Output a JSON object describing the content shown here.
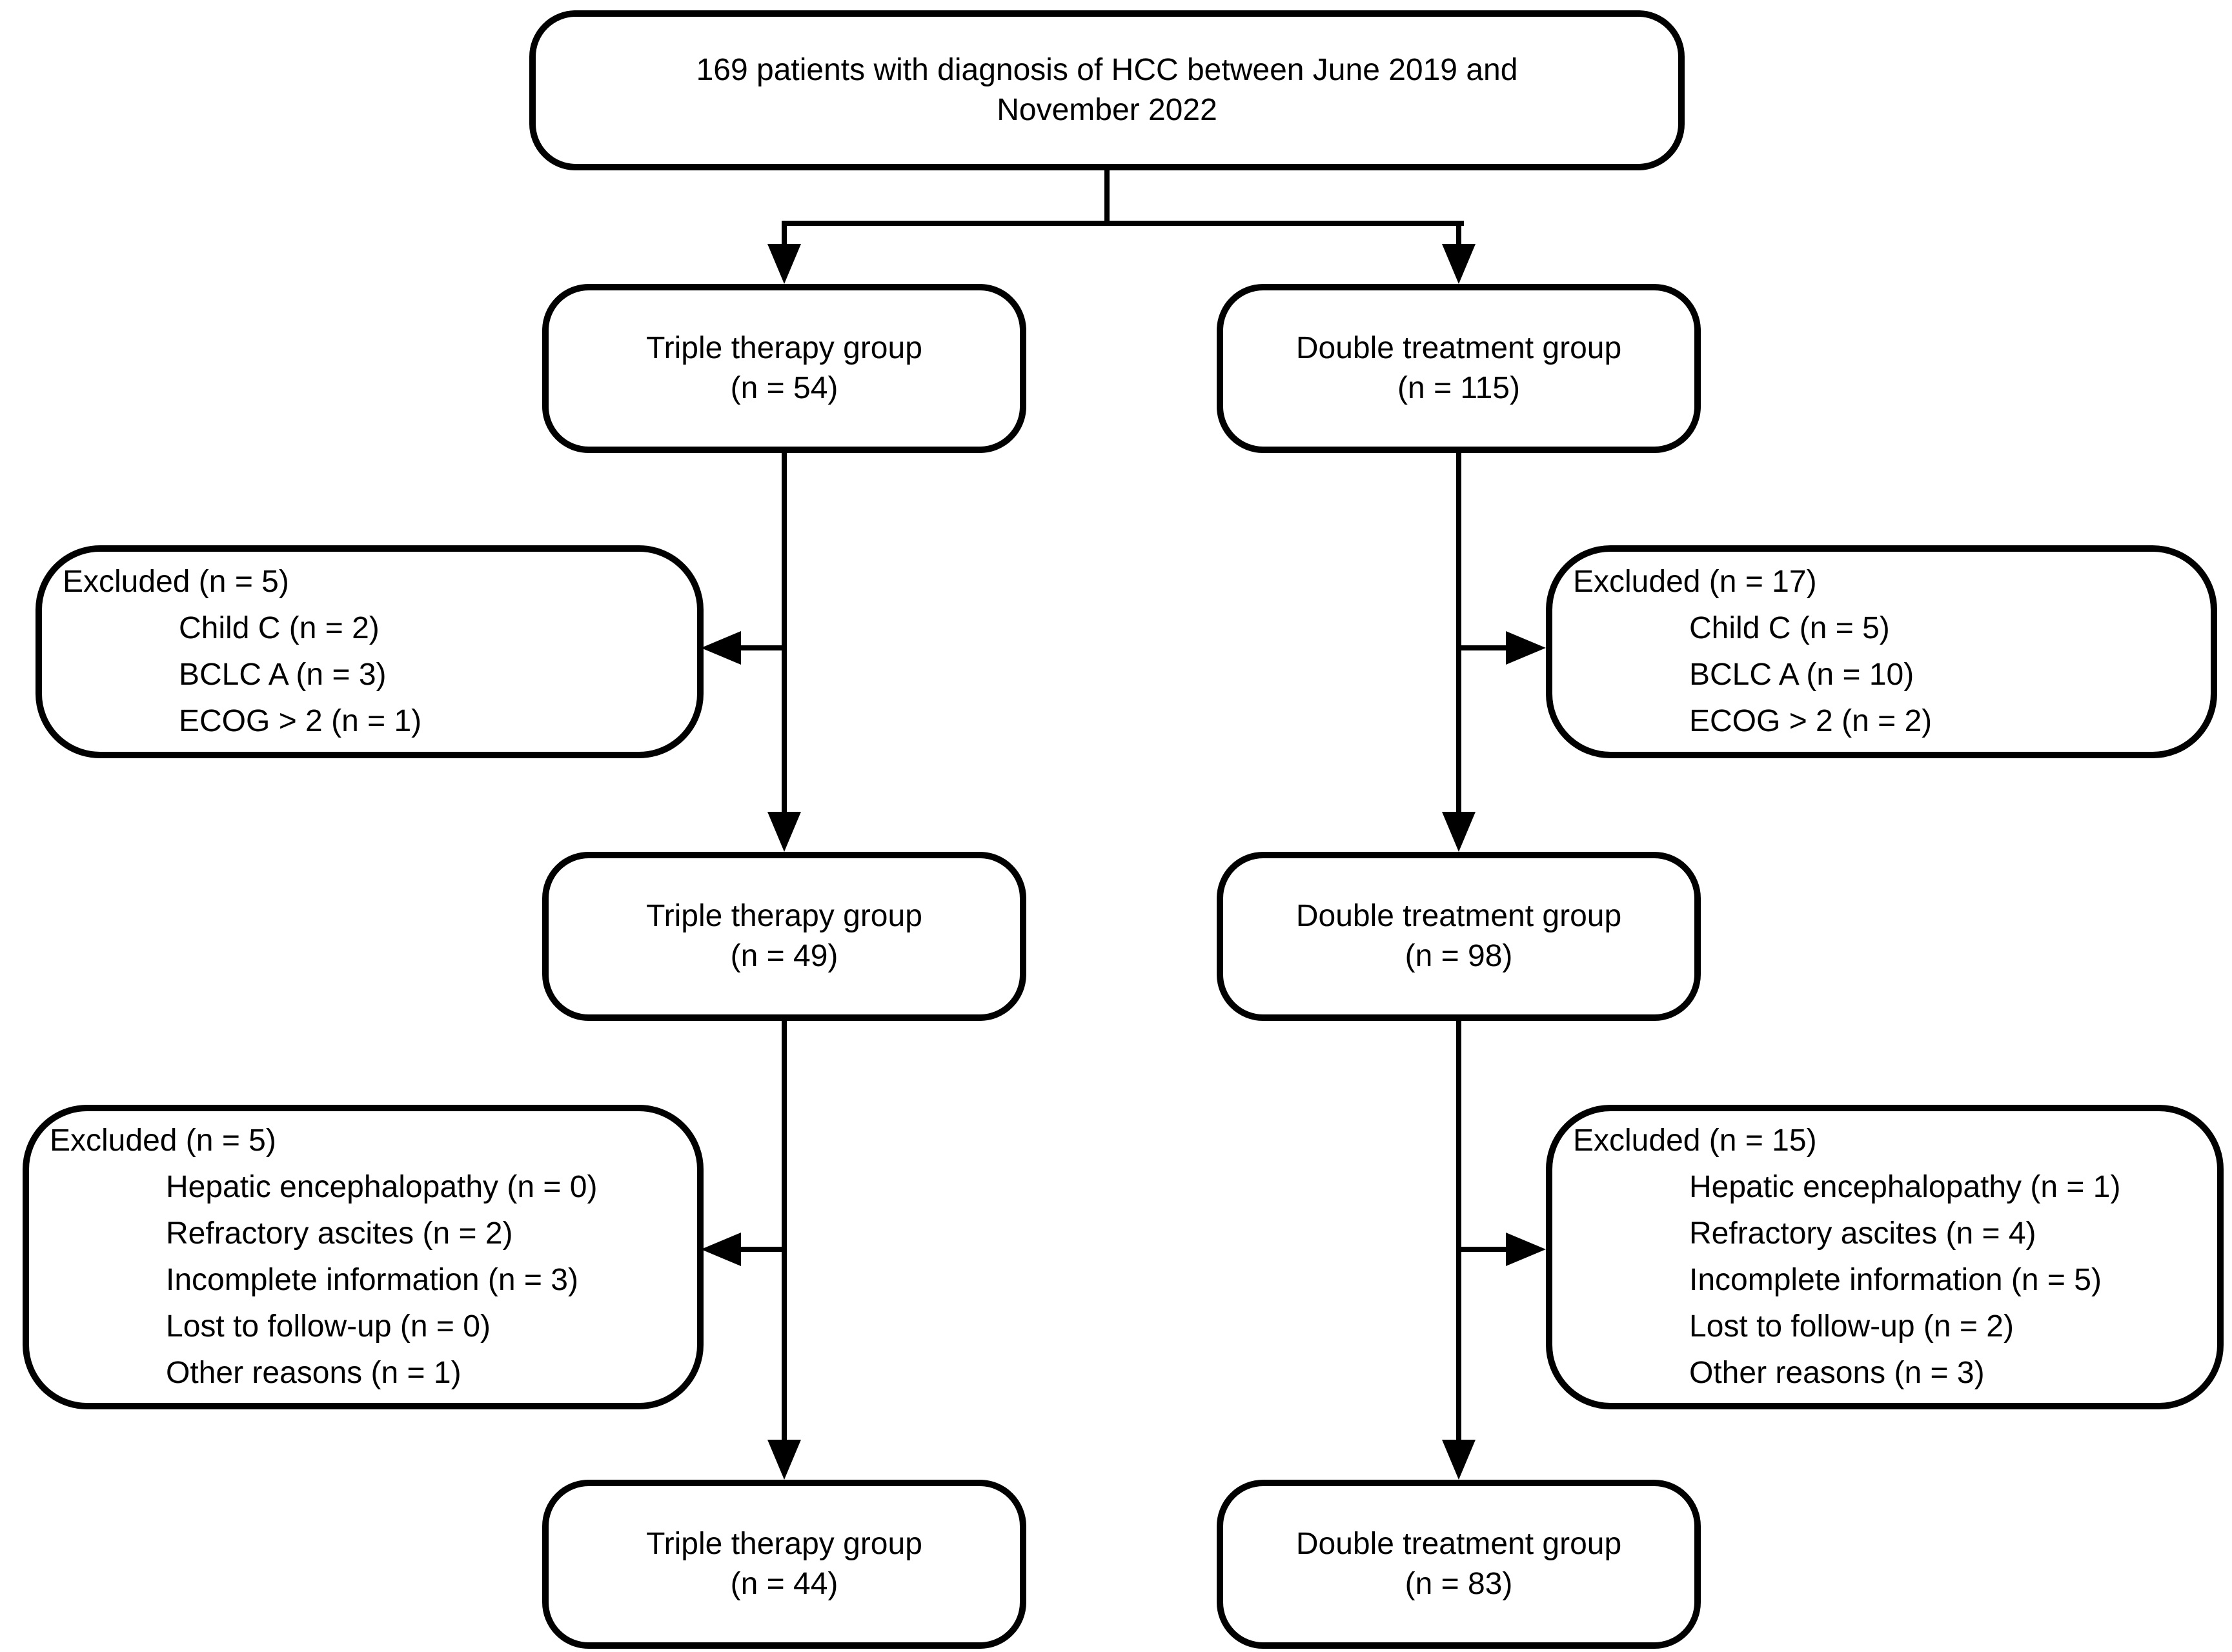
{
  "diagram": {
    "colors": {
      "line": "#000000",
      "background": "#ffffff",
      "text": "#000000"
    },
    "title_box": {
      "lines": [
        "169 patients with diagnosis of HCC between June 2019 and",
        "November 2022"
      ]
    },
    "columns": {
      "triple": {
        "enrolled": {
          "lines": [
            "Triple therapy group",
            "(n = 54)"
          ]
        },
        "excluded_screening": {
          "header": "Excluded (n = 5)",
          "items": [
            "Child C (n = 2)",
            "BCLC A (n = 3)",
            "ECOG > 2 (n = 1)"
          ]
        },
        "after_screening": {
          "lines": [
            "Triple therapy group",
            "(n = 49)"
          ]
        },
        "excluded_followup": {
          "header": "Excluded (n = 5)",
          "items": [
            "Hepatic encephalopathy (n = 0)",
            "Refractory ascites (n = 2)",
            "Incomplete information (n = 3)",
            "Lost to follow-up (n = 0)",
            "Other reasons (n = 1)"
          ]
        },
        "final": {
          "lines": [
            "Triple therapy group",
            "(n = 44)"
          ]
        }
      },
      "double": {
        "enrolled": {
          "lines": [
            "Double treatment group",
            "(n = 115)"
          ]
        },
        "excluded_screening": {
          "header": "Excluded (n = 17)",
          "items": [
            "Child C (n = 5)",
            "BCLC A (n = 10)",
            "ECOG > 2 (n = 2)"
          ]
        },
        "after_screening": {
          "lines": [
            "Double treatment group",
            "(n = 98)"
          ]
        },
        "excluded_followup": {
          "header": "Excluded (n = 15)",
          "items": [
            "Hepatic encephalopathy (n = 1)",
            "Refractory ascites (n = 4)",
            "Incomplete information (n = 5)",
            "Lost to follow-up (n = 2)",
            "Other reasons (n = 3)"
          ]
        },
        "final": {
          "lines": [
            "Double treatment group",
            "(n = 83)"
          ]
        }
      }
    }
  }
}
